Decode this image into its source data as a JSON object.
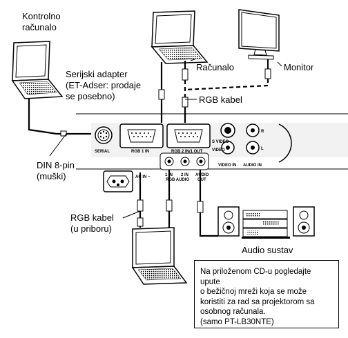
{
  "labels": {
    "kontrolno": "Kontrolno\nračunalo",
    "racunalo": "Računalo",
    "monitor": "Monitor",
    "serijski": "Serijski adapter\n(ET-Adser: prodaje\nse posebno)",
    "rgb_kabel_top": "RGB kabel",
    "din": "DIN 8-pin\n(muški)",
    "rgb_kabel_bottom": "RGB kabel\n(u priboru)",
    "audio_sustav": "Audio sustav"
  },
  "panel": {
    "serial": "SERIAL",
    "rgb1_in": "RGB 1 IN",
    "rgb2_in_out": "RGB 2 IN/1 OUT",
    "s_video": "S VIDEO",
    "video": "VIDEO",
    "video_in": "VIDEO IN",
    "audio_in": "AUDIO IN",
    "r": "R",
    "l": "L",
    "ac_in": "AC IN ~",
    "in1": "1 IN",
    "in2": "2 IN",
    "rgb_audio": "RGB AUDIO",
    "audio": "AUDIO",
    "out": "OUT"
  },
  "note": "Na priloženom CD-u pogledajte upute\no bežičnoj mreži koja se može\nkoristiti za rad sa projektorom sa\nosobnog računala.\n(samo PT-LB30NTE)",
  "colors": {
    "line": "#000000",
    "background": "#ffffff",
    "panel_fill": "#f2f2f2"
  }
}
